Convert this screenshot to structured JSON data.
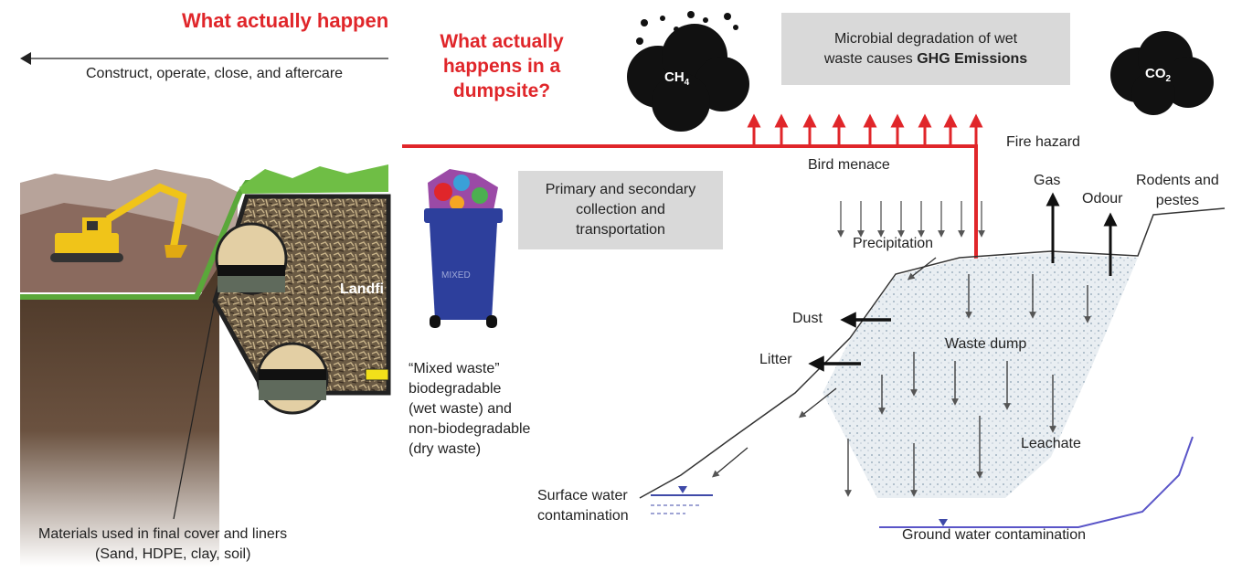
{
  "left_panel": {
    "title": "What actually happen",
    "lifecycle": "Construct, operate, close, and aftercare",
    "landfill_label": "Landfi",
    "materials_line1": "Materials used in final cover and liners",
    "materials_line2": "(Sand, HDPE, clay, soil)"
  },
  "right_panel": {
    "title_line1": "What actually",
    "title_line2": "happens in a",
    "title_line3": "dumpsite?",
    "ch4": "CH",
    "ch4_sub": "4",
    "co2": "CO",
    "co2_sub": "2",
    "microbial_line1": "Microbial degradation of wet",
    "microbial_line2_pre": "waste causes ",
    "microbial_line2_bold": "GHG Emissions",
    "collection_line1": "Primary and secondary",
    "collection_line2": "collection and",
    "collection_line3": "transportation",
    "bin_label": "MIXED",
    "mixed_line1": "“Mixed waste”",
    "mixed_line2": "biodegradable",
    "mixed_line3": "(wet waste) and",
    "mixed_line4": "non-biodegradable",
    "mixed_line5": "(dry waste)",
    "fire_hazard": "Fire hazard",
    "bird_menace": "Bird menace",
    "gas": "Gas",
    "odour": "Odour",
    "rodents_line1": "Rodents and",
    "rodents_line2": "pestes",
    "precipitation": "Precipitation",
    "dust": "Dust",
    "litter": "Litter",
    "waste_dump": "Waste dump",
    "leachate": "Leachate",
    "surface_line1": "Surface water",
    "surface_line2": "contamination",
    "ground_water": "Ground water contamination"
  },
  "colors": {
    "accent_red": "#e0262a",
    "gray_box": "#d9d9d9",
    "soil": "#5a4430",
    "grass": "#5aa83a",
    "bin_blue": "#2d3f9c",
    "machine_yellow": "#f0c419"
  }
}
